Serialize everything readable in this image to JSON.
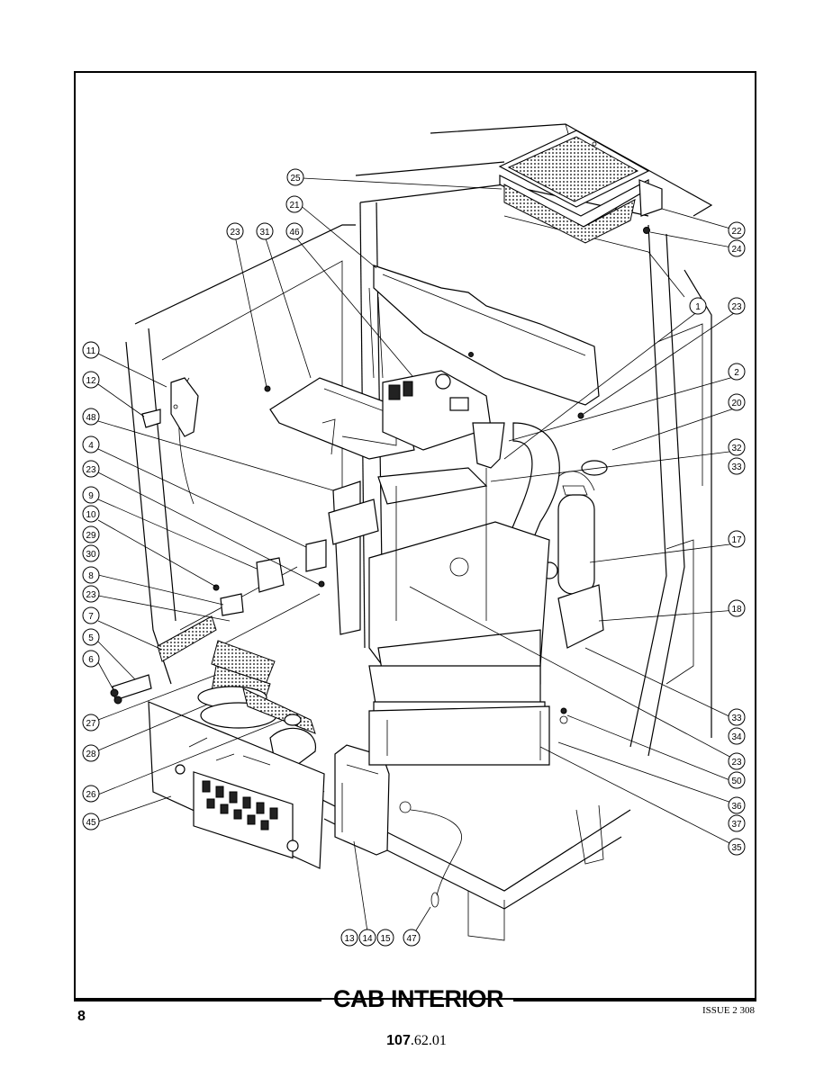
{
  "title": "CAB INTERIOR",
  "page_number": "8",
  "issue": "ISSUE 2 308",
  "doc_number": {
    "bold": "107",
    "rest": ".62.01"
  },
  "callouts": [
    "25",
    "21",
    "22",
    "24",
    "23",
    "31",
    "46",
    "1",
    "23",
    "11",
    "12",
    "2",
    "20",
    "48",
    "32",
    "33",
    "4",
    "23",
    "9",
    "10",
    "29",
    "30",
    "8",
    "23",
    "7",
    "5",
    "6",
    "17",
    "18",
    "27",
    "28",
    "26",
    "45",
    "33",
    "34",
    "23",
    "50",
    "36",
    "37",
    "35",
    "13",
    "14",
    "15",
    "47"
  ]
}
